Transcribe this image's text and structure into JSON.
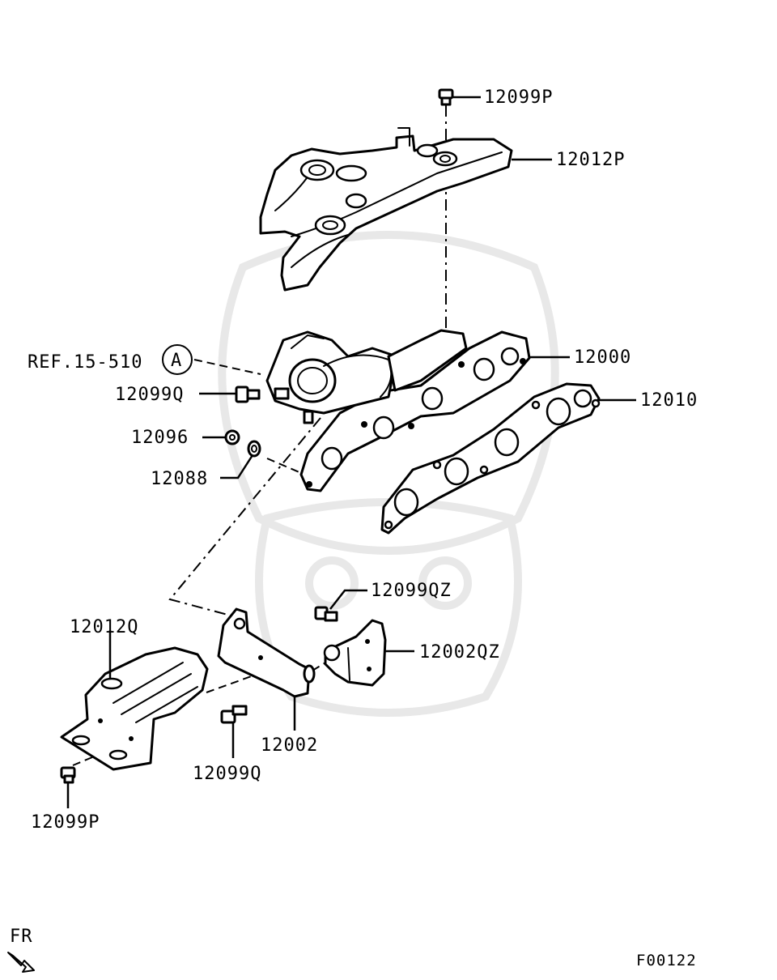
{
  "labels": {
    "p_12099P_top": "12099P",
    "p_12012P": "12012P",
    "p_12000": "12000",
    "p_12010": "12010",
    "ref": "REF.15-510",
    "ref_circle": "A",
    "p_12099Q_mid": "12099Q",
    "p_12096": "12096",
    "p_12088": "12088",
    "p_12099QZ": "12099QZ",
    "p_12012Q": "12012Q",
    "p_12002QZ": "12002QZ",
    "p_12002": "12002",
    "p_12099Q_low": "12099Q",
    "p_12099P_low": "12099P"
  },
  "direction": "FR",
  "figure_code": "F00122"
}
